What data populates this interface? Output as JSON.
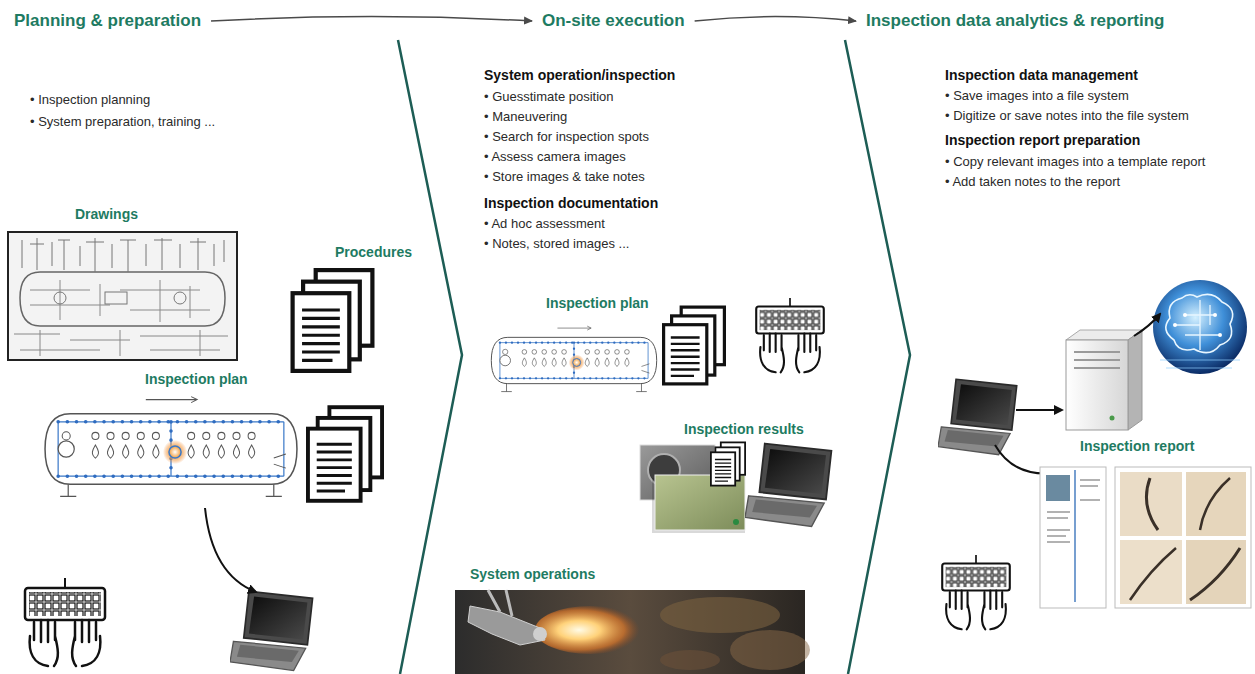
{
  "diagram": {
    "nodes": [
      {
        "text": [
          "Planning & preparation"
        ]
      },
      {
        "text": [
          "On-site execution"
        ]
      },
      {
        "text": [
          "Inspection data analytics & reporting"
        ]
      }
    ],
    "edges": [
      {
        "from": 0,
        "to": 1,
        "arrow": "to"
      },
      {
        "from": 1,
        "to": 2,
        "arrow": "to"
      }
    ],
    "labels": [
      "• Inspection planning",
      "• System preparation, training ...",
      "Drawings",
      "Procedures",
      "Inspection plan",
      "System operation/inspection",
      "• Guesstimate position",
      "• Maneuvering",
      "• Search for inspection spots",
      "• Assess camera images",
      "• Store images & take notes",
      "Inspection documentation",
      "• Ad hoc assessment",
      "• Notes, stored images ...",
      "Inspection plan",
      "Inspection results",
      "System operations",
      "Inspection data management",
      "• Save images into a file system",
      "• Digitize or save notes into the file system",
      "Inspection report preparation",
      "• Copy relevant images into a template report",
      "• Add taken notes to the report",
      "Inspection report"
    ]
  }
}
